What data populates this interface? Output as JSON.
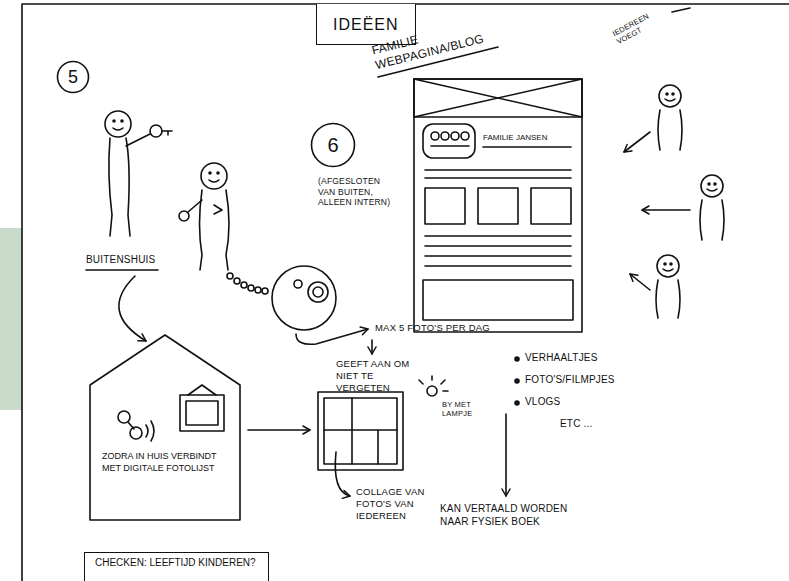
{
  "diagram": {
    "title": "IDEËEN",
    "nodes": [
      {
        "text": [
          "5"
        ]
      },
      {
        "text": [
          "6"
        ]
      },
      {
        "text": [
          "FAMILIE JANSEN"
        ]
      },
      {
        "text": [
          "ZODRA IN HUIS VERBINDT MET DIGITALE FOTOLIJST"
        ]
      },
      {
        "text": [
          "CHECKEN: LEEFTIJD KINDEREN?"
        ]
      }
    ],
    "labels": [
      "BUITENSHUIS",
      "MAX 5 FOTO'S PER DAG",
      "GEEFT AAN OM NIET TE VERGETEN",
      "BY MET LAMPJE",
      "COLLAGE VAN FOTO'S VAN IEDEREEN",
      "FAMILIE WEBPAGINA/BLOG",
      "(AFGESLOTEN VAN BUITEN, ALLEEN INTERN)",
      "IEDEREEN VOEGT",
      "VERHAALTJES",
      "FOTO'S/FILMPJES",
      "VLOGS",
      "ETC ...",
      "KAN VERTAALD WORDEN NAAR FYSIEK BOEK"
    ]
  }
}
